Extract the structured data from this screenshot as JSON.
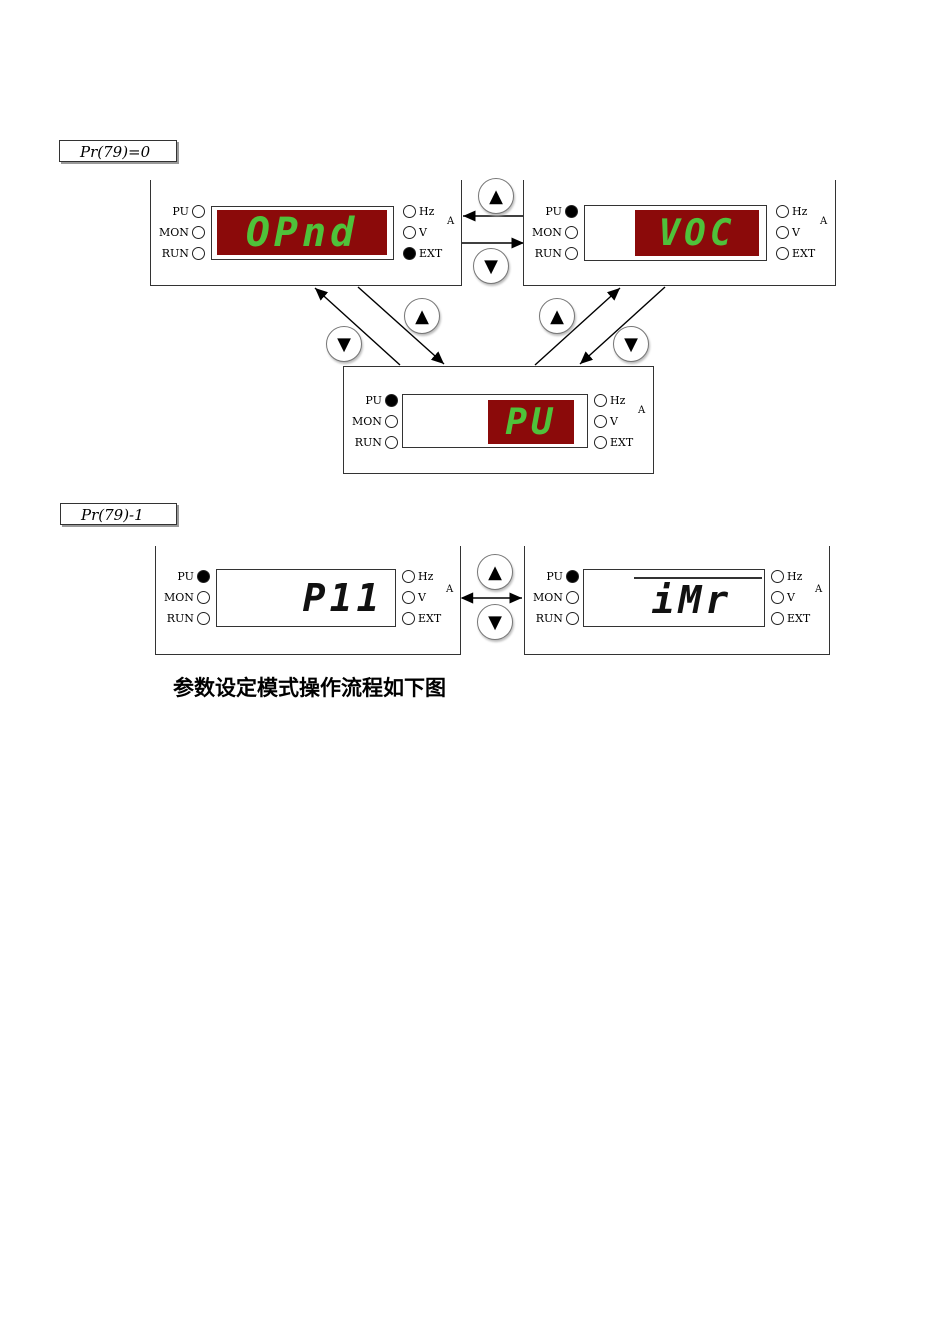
{
  "labels": {
    "mode0": "Pr(79)=0",
    "mode1": "Pr(79)-1"
  },
  "lamp_text": {
    "pu": "PU",
    "mon": "MON",
    "run": "RUN",
    "hz": "Hz",
    "v": "V",
    "a": "A",
    "ext": "EXT"
  },
  "displays": {
    "opnd": "OPnd",
    "voc": "VOC",
    "pu": "PU",
    "p11": "P11",
    "imr": "iMr"
  },
  "keys": {
    "up": "▲",
    "down": "▼"
  },
  "caption": "参数设定模式操作流程如下图",
  "colors": {
    "display_bg": "#8b0a0a",
    "segment_lit": "#4fc23a"
  }
}
